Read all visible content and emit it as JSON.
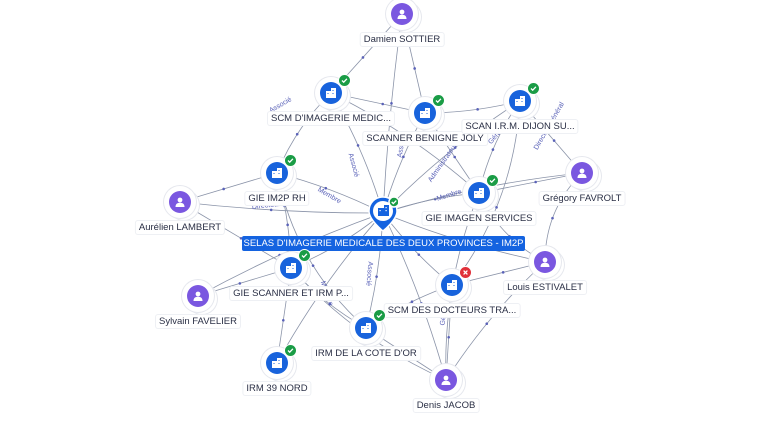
{
  "center": {
    "label": "SELAS D'IMAGERIE MEDICALE DES DEUX PROVINCES - IM2P",
    "icon": "building-icon"
  },
  "companies": [
    {
      "id": "scm_imagerie",
      "label": "SCM D'IMAGERIE MEDIC...",
      "status": "active",
      "icon": "building-icon"
    },
    {
      "id": "scanner_benigne",
      "label": "SCANNER BENIGNE JOLY",
      "status": "active",
      "icon": "building-icon"
    },
    {
      "id": "scan_irm_dijon",
      "label": "SCAN I.R.M. DIJON SU...",
      "status": "active",
      "icon": "building-icon"
    },
    {
      "id": "gie_im2p_rh",
      "label": "GIE IM2P RH",
      "status": "active",
      "icon": "building-icon"
    },
    {
      "id": "gie_imagen",
      "label": "GIE IMAGEN SERVICES",
      "status": "active",
      "icon": "building-icon"
    },
    {
      "id": "gie_scanner_irm",
      "label": "GIE SCANNER ET IRM P...",
      "status": "active",
      "icon": "building-icon"
    },
    {
      "id": "scm_docteurs",
      "label": "SCM DES DOCTEURS TRA...",
      "status": "closed",
      "icon": "building-icon"
    },
    {
      "id": "irm_cote_dor",
      "label": "IRM DE LA COTE D'OR",
      "status": "active",
      "icon": "building-icon"
    },
    {
      "id": "irm_39_nord",
      "label": "IRM 39 NORD",
      "status": "active",
      "icon": "building-icon"
    }
  ],
  "people": [
    {
      "id": "damien",
      "label": "Damien SOTTIER",
      "icon": "person-icon"
    },
    {
      "id": "aurelien",
      "label": "Aurélien LAMBERT",
      "icon": "person-icon"
    },
    {
      "id": "gregory",
      "label": "Grégory FAVROLT",
      "icon": "person-icon"
    },
    {
      "id": "louis",
      "label": "Louis ESTIVALET",
      "icon": "person-icon"
    },
    {
      "id": "sylvain",
      "label": "Sylvain FAVELIER",
      "icon": "person-icon"
    },
    {
      "id": "denis",
      "label": "Denis JACOB",
      "icon": "person-icon"
    }
  ],
  "relations": {
    "associe": "Associé",
    "membre": "Membre",
    "directeur_general": "Directeur général",
    "administrateur": "Administrateur",
    "gerant": "Gérant",
    "president": "Président",
    "directeur": "Directeur"
  },
  "colors": {
    "company": "#1863dc",
    "person": "#7a57e0",
    "active_badge": "#1a9c46",
    "closed_badge": "#e0303a",
    "center_label_bg": "#1463e0",
    "edge": "#8a93a8",
    "relation_text": "#5a62b8"
  }
}
